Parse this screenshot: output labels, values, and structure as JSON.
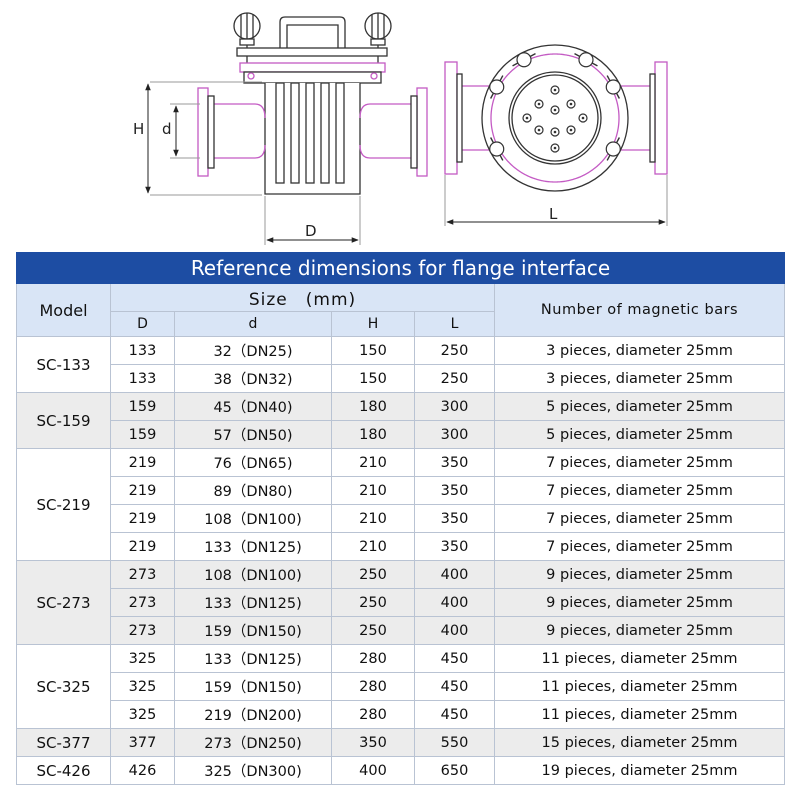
{
  "diagram": {
    "labels": {
      "height": "H",
      "inlet_diameter": "d",
      "body_diameter": "D",
      "length": "L"
    }
  },
  "table": {
    "title": "Reference dimensions for flange interface",
    "header": {
      "model": "Model",
      "size_group": "Size　(mm)",
      "bars": "Number of magnetic  bars",
      "cols": [
        "D",
        "d",
        "H",
        "L"
      ]
    },
    "groups": [
      {
        "model": "SC-133",
        "rows": [
          {
            "D": "133",
            "d": "32（DN25)",
            "H": "150",
            "L": "250",
            "bars": "3 pieces, diameter 25mm"
          },
          {
            "D": "133",
            "d": "38（DN32)",
            "H": "150",
            "L": "250",
            "bars": "3 pieces, diameter 25mm"
          }
        ]
      },
      {
        "model": "SC-159",
        "rows": [
          {
            "D": "159",
            "d": "45（DN40)",
            "H": "180",
            "L": "300",
            "bars": "5 pieces, diameter 25mm"
          },
          {
            "D": "159",
            "d": "57（DN50)",
            "H": "180",
            "L": "300",
            "bars": "5 pieces, diameter 25mm"
          }
        ]
      },
      {
        "model": "SC-219",
        "rows": [
          {
            "D": "219",
            "d": "76（DN65)",
            "H": "210",
            "L": "350",
            "bars": "7 pieces, diameter 25mm"
          },
          {
            "D": "219",
            "d": "89（DN80)",
            "H": "210",
            "L": "350",
            "bars": "7 pieces, diameter 25mm"
          },
          {
            "D": "219",
            "d": "108（DN100)",
            "H": "210",
            "L": "350",
            "bars": "7 pieces, diameter 25mm"
          },
          {
            "D": "219",
            "d": "133（DN125)",
            "H": "210",
            "L": "350",
            "bars": "7 pieces, diameter 25mm"
          }
        ]
      },
      {
        "model": "SC-273",
        "rows": [
          {
            "D": "273",
            "d": "108（DN100)",
            "H": "250",
            "L": "400",
            "bars": "9 pieces, diameter 25mm"
          },
          {
            "D": "273",
            "d": "133（DN125)",
            "H": "250",
            "L": "400",
            "bars": "9 pieces, diameter 25mm"
          },
          {
            "D": "273",
            "d": "159（DN150)",
            "H": "250",
            "L": "400",
            "bars": "9 pieces, diameter 25mm"
          }
        ]
      },
      {
        "model": "SC-325",
        "rows": [
          {
            "D": "325",
            "d": "133（DN125)",
            "H": "280",
            "L": "450",
            "bars": "11 pieces, diameter 25mm"
          },
          {
            "D": "325",
            "d": "159（DN150)",
            "H": "280",
            "L": "450",
            "bars": "11 pieces, diameter 25mm"
          },
          {
            "D": "325",
            "d": "219（DN200)",
            "H": "280",
            "L": "450",
            "bars": "11 pieces, diameter 25mm"
          }
        ]
      },
      {
        "model": "SC-377",
        "rows": [
          {
            "D": "377",
            "d": "273（DN250)",
            "H": "350",
            "L": "550",
            "bars": "15 pieces, diameter 25mm"
          }
        ]
      },
      {
        "model": "SC-426",
        "rows": [
          {
            "D": "426",
            "d": "325（DN300)",
            "H": "400",
            "L": "650",
            "bars": "19 pieces, diameter 25mm"
          }
        ]
      }
    ]
  }
}
